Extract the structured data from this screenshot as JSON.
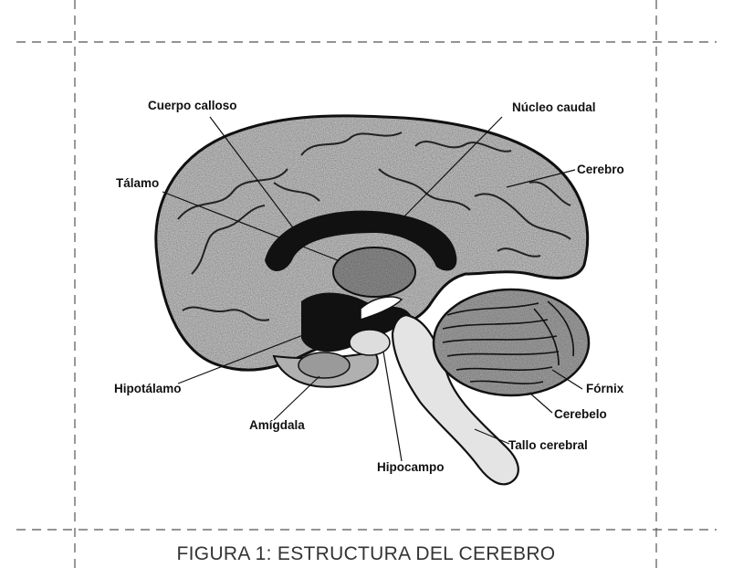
{
  "figure": {
    "caption": "FIGURA 1: ESTRUCTURA DEL CEREBRO",
    "colors": {
      "ink": "#111111",
      "brain_fill": "#b9b9b9",
      "background": "#ffffff",
      "frame": "#555555"
    }
  },
  "labels": {
    "cuerpo_calloso": "Cuerpo calloso",
    "nucleo_caudal": "Núcleo caudal",
    "talamo": "Tálamo",
    "cerebro": "Cerebro",
    "hipotalamo": "Hipotálamo",
    "fornix": "Fórnix",
    "amigdala": "Amígdala",
    "cerebelo": "Cerebelo",
    "tallo_cerebral": "Tallo cerebral",
    "hipocampo": "Hipocampo"
  }
}
